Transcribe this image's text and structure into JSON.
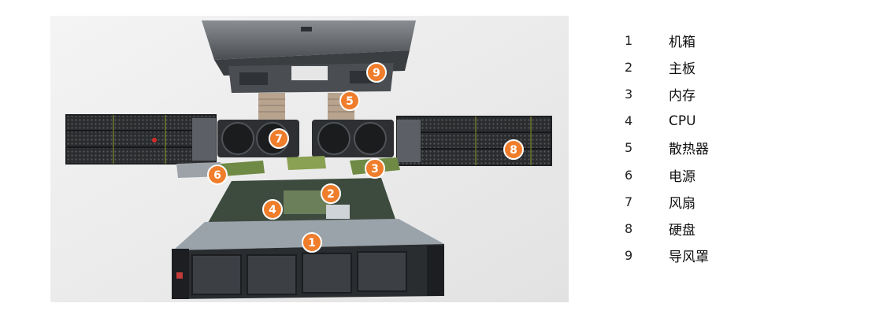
{
  "legend": [
    {
      "num": "1",
      "label": "机箱"
    },
    {
      "num": "2",
      "label": "主板"
    },
    {
      "num": "3",
      "label": "内存"
    },
    {
      "num": "4",
      "label": "CPU"
    },
    {
      "num": "5",
      "label": "散热器"
    },
    {
      "num": "6",
      "label": "电源"
    },
    {
      "num": "7",
      "label": "风扇"
    },
    {
      "num": "8",
      "label": "硬盘"
    },
    {
      "num": "9",
      "label": "导风罩"
    }
  ],
  "callouts": [
    "1",
    "2",
    "3",
    "4",
    "5",
    "6",
    "7",
    "8",
    "9"
  ],
  "colors": {
    "callout": "#ef7d2b",
    "background": "#eeeeee"
  }
}
